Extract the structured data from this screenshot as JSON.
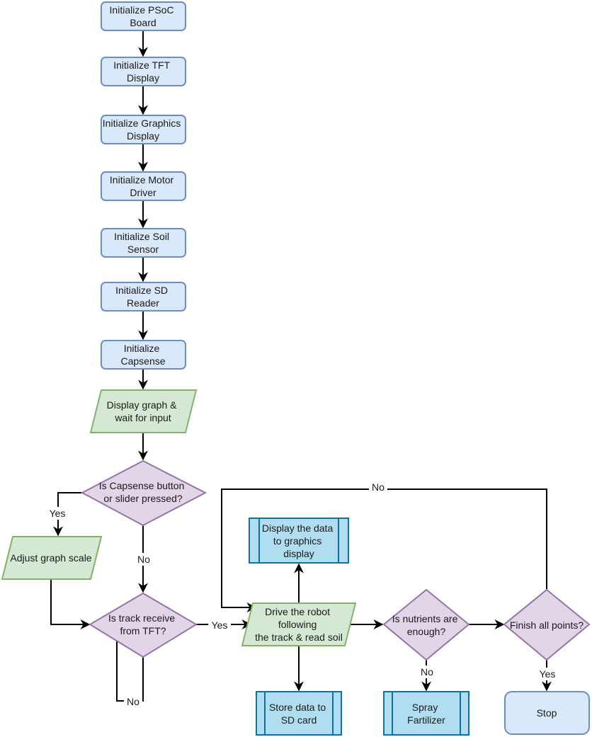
{
  "nodes": {
    "init_psoc": {
      "lines": [
        "Initialize PSoC",
        "Board"
      ]
    },
    "init_tft": {
      "lines": [
        "Initialize TFT",
        "Display"
      ]
    },
    "init_graphics": {
      "lines": [
        "Initialize Graphics",
        "Display"
      ]
    },
    "init_motor": {
      "lines": [
        "Initialize Motor",
        "Driver"
      ]
    },
    "init_soil": {
      "lines": [
        "Initialize Soil",
        "Sensor"
      ]
    },
    "init_sd": {
      "lines": [
        "Initialize SD",
        "Reader"
      ]
    },
    "init_capsense": {
      "lines": [
        "Initialize",
        "Capsense"
      ]
    },
    "display_graph": {
      "lines": [
        "Display graph &",
        "wait for input"
      ]
    },
    "capsense_decision": {
      "lines": [
        "Is Capsense button",
        "or slider pressed?"
      ]
    },
    "adjust_graph": {
      "lines": [
        "Adjust graph scale"
      ]
    },
    "track_decision": {
      "lines": [
        "Is track receive",
        "from TFT?"
      ]
    },
    "drive_robot": {
      "lines": [
        "Drive the robot",
        "following",
        "the track & read soil"
      ]
    },
    "display_data": {
      "lines": [
        "Display the data",
        "to graphics",
        "display"
      ]
    },
    "store_data": {
      "lines": [
        "Store data to",
        "SD card"
      ]
    },
    "nutrients_decision": {
      "lines": [
        "Is nutrients are",
        "enough?"
      ]
    },
    "spray": {
      "lines": [
        "Spray",
        "Fartilizer"
      ]
    },
    "finish_decision": {
      "lines": [
        "Finish all points?"
      ]
    },
    "stop": {
      "lines": [
        "Stop"
      ]
    }
  },
  "edge_labels": {
    "capsense_yes": "Yes",
    "capsense_no": "No",
    "track_yes": "Yes",
    "track_no": "No",
    "nutrients_no": "No",
    "finish_yes": "Yes",
    "finish_no": "No"
  },
  "colors": {
    "process_fill": "#dae8fc",
    "process_stroke": "#6c8ebf",
    "io_fill": "#d5e8d4",
    "io_stroke": "#82b366",
    "decision_fill": "#e1d5e7",
    "decision_stroke": "#9673a6",
    "subprocess_fill": "#b1ddf0",
    "subprocess_stroke": "#10739e"
  }
}
